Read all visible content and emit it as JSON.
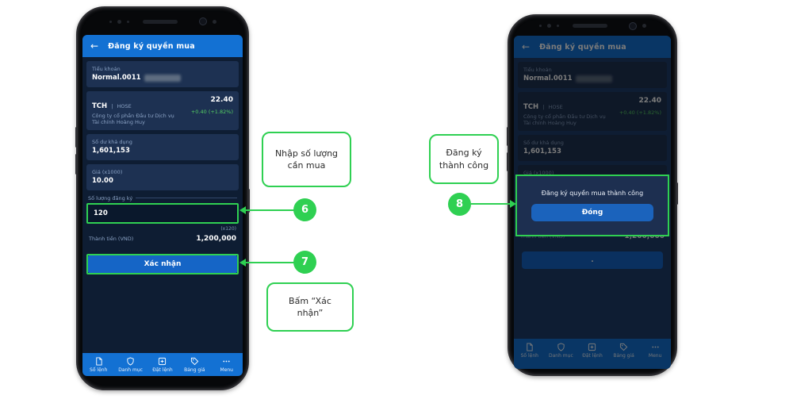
{
  "accent_green": "#2fd052",
  "header_blue": "#1371d3",
  "phone_screen": {
    "header": {
      "back_icon": "←",
      "title": "Đăng ký quyền mua"
    },
    "account": {
      "label": "Tiểu khoản",
      "value": "Normal.0011"
    },
    "stock": {
      "symbol": "TCH",
      "divider": "|",
      "exchange": "HOSE",
      "price": "22.40",
      "company": "Công ty cổ phần Đầu tư Dịch vụ Tài chính Hoàng Huy",
      "change": "+0.40 (+1.82%)",
      "change_color": "#55cf63"
    },
    "balance": {
      "label": "Số dư khả dụng",
      "value": "1,601,153"
    },
    "price_field": {
      "label": "Giá (x1000)",
      "value": "10.00"
    },
    "quantity_field": {
      "label": "Số lượng đăng ký",
      "value": "120"
    },
    "multiplier": "(x120)",
    "total": {
      "label": "Thành tiền (VND)",
      "value": "1,200,000"
    },
    "confirm_button": "Xác nhận",
    "nav": [
      {
        "label": "Số lệnh",
        "icon": "document-icon"
      },
      {
        "label": "Danh mục",
        "icon": "shield-icon"
      },
      {
        "label": "Đặt lệnh",
        "icon": "plus-square-icon"
      },
      {
        "label": "Bảng giá",
        "icon": "tag-icon"
      },
      {
        "label": "Menu",
        "icon": "more-icon"
      }
    ]
  },
  "right_phone": {
    "dialog": {
      "message": "Đăng ký quyền mua thành công",
      "close_button": "Đóng"
    },
    "confirm_button": "."
  },
  "annotations": {
    "step6": {
      "number": "6",
      "callout": "Nhập số lượng cần mua"
    },
    "step7": {
      "number": "7",
      "callout": "Bấm “Xác nhận”"
    },
    "step8": {
      "number": "8",
      "callout": "Đăng ký thành công"
    }
  }
}
